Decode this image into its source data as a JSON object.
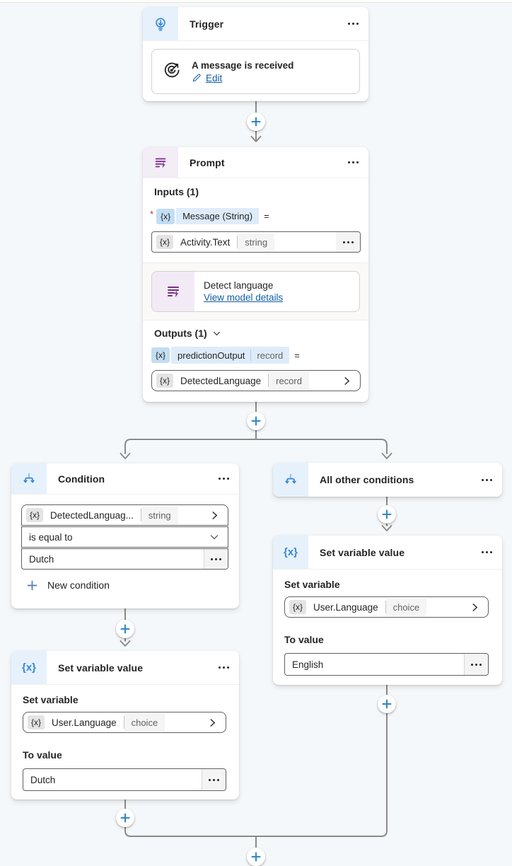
{
  "colors": {
    "accent_blue": "#3587D8",
    "prompt_purple": "#7A2E8C",
    "link_blue": "#115EA3",
    "connector_gray": "#8A8A8A",
    "plus_blue": "#2E86C8",
    "chip_blue_bg": "#C3DDF3",
    "label_blue_bg": "#DEECFA",
    "canvas_bg": "#F5F8FA"
  },
  "icons": {
    "trigger": "trigger-icon",
    "prompt": "prompt-lightning-icon",
    "condition": "branch-icon",
    "set_variable": "variable-x-icon",
    "more": "more-ellipsis-icon",
    "plus": "plus-icon",
    "target": "target-arrow-icon",
    "pencil": "pencil-icon",
    "chevron_right": "chevron-right-icon",
    "chevron_down": "chevron-down-icon"
  },
  "trigger": {
    "title": "Trigger",
    "card_title": "A message is received",
    "edit": "Edit"
  },
  "prompt": {
    "title": "Prompt",
    "inputs_label": "Inputs (1)",
    "required_mark": "*",
    "message": {
      "chip": "{x}",
      "name": "Message (String)",
      "equals": "="
    },
    "activity": {
      "chip": "{x}",
      "name": "Activity.Text",
      "type": "string"
    },
    "model": {
      "name": "Detect language",
      "link": "View model details"
    },
    "outputs_label": "Outputs (1)",
    "prediction": {
      "chip": "{x}",
      "name": "predictionOutput",
      "type": "record",
      "equals": "="
    },
    "detected": {
      "chip": "{x}",
      "name": "DetectedLanguage",
      "type": "record"
    }
  },
  "condition": {
    "title": "Condition",
    "operand": {
      "chip": "{x}",
      "name": "DetectedLanguag...",
      "type": "string"
    },
    "operator": "is equal to",
    "value": "Dutch",
    "new_condition": "New condition"
  },
  "all_other": {
    "title": "All other conditions"
  },
  "set_left": {
    "title": "Set variable value",
    "set_label": "Set variable",
    "variable": {
      "chip": "{x}",
      "name": "User.Language",
      "type": "choice"
    },
    "to_label": "To value",
    "value": "Dutch"
  },
  "set_right": {
    "title": "Set variable value",
    "set_label": "Set variable",
    "variable": {
      "chip": "{x}",
      "name": "User.Language",
      "type": "choice"
    },
    "to_label": "To value",
    "value": "English"
  }
}
